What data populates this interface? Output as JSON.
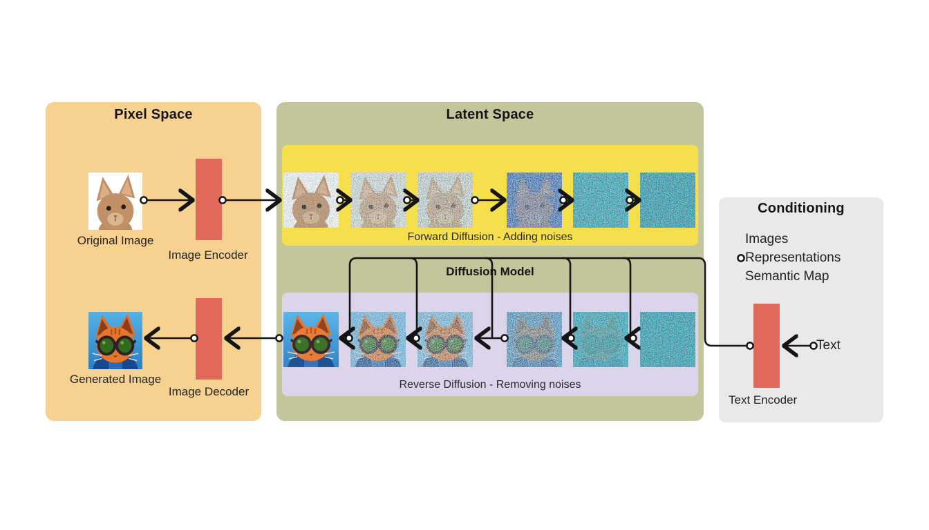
{
  "pixel_space": {
    "title": "Pixel Space",
    "original_image_label": "Original Image",
    "image_encoder_label": "Image Encoder",
    "generated_image_label": "Generated Image",
    "image_decoder_label": "Image Decoder",
    "original_image_alt": "cat-photo",
    "generated_image_alt": "orange-cat-with-sunglasses-illustration"
  },
  "latent_space": {
    "title": "Latent Space",
    "forward_label": "Forward Diffusion - Adding noises",
    "diffusion_model_label": "Diffusion Model",
    "reverse_label": "Reverse Diffusion - Removing noises",
    "forward_steps": [
      "slightly-noisy-cat",
      "noisy-cat",
      "noisier-cat",
      "blue-noise-faint-cat",
      "teal-noise",
      "full-teal-noise"
    ],
    "reverse_steps": [
      "clear-cat-with-sunglasses",
      "slightly-noisy-cat-with-sunglasses",
      "noisy-cat-with-sunglasses",
      "very-noisy-faint-cat",
      "heavy-teal-noise",
      "full-teal-noise"
    ]
  },
  "conditioning": {
    "title": "Conditioning",
    "items": [
      "Images",
      "Representations",
      "Semantic Map"
    ],
    "text_label": "Text",
    "text_encoder_label": "Text Encoder"
  },
  "colors": {
    "pixel_panel": "#F7D190",
    "latent_panel": "#C3C59B",
    "forward_strip": "#F6DF4D",
    "reverse_strip": "#DBD4EA",
    "conditioning_panel": "#E9E9E9",
    "encoder_block": "#E0695C",
    "connector_line": "#141414",
    "noise_teal": "#3EC4D4",
    "background": "#FFFFFF"
  }
}
